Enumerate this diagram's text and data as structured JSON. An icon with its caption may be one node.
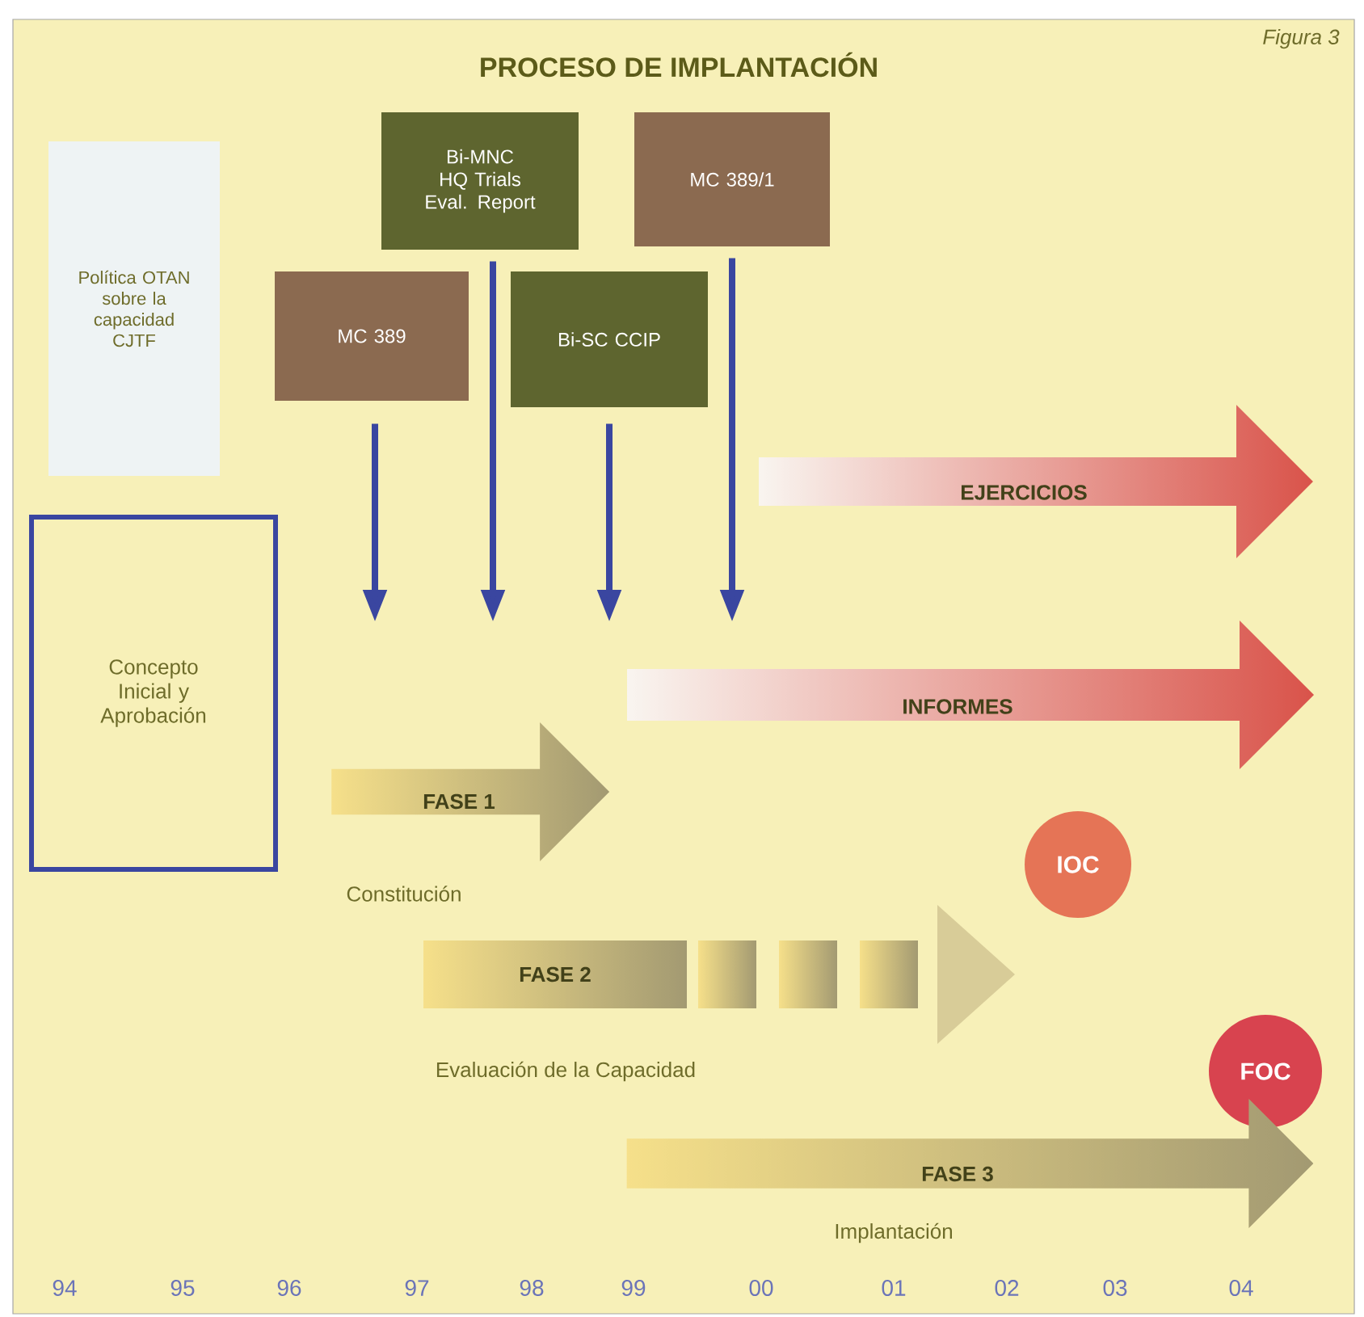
{
  "diagram": {
    "title": "PROCESO DE IMPLANTACIÓN",
    "nodes": [
      {
        "text": [
          "Política OTAN sobre la capacidad CJTF"
        ]
      },
      {
        "text": [
          "Bi-MNC HQ Trials Eval. Report"
        ]
      },
      {
        "text": [
          "MC 389/1"
        ]
      },
      {
        "text": [
          "MC 389"
        ]
      },
      {
        "text": [
          "Bi-SC CCIP"
        ]
      },
      {
        "text": [
          "Concepto Inicial y Aprobación"
        ]
      },
      {
        "text": [
          "EJERCICIOS"
        ]
      },
      {
        "text": [
          "INFORMES"
        ]
      },
      {
        "text": [
          "FASE 1"
        ],
        "beside": [
          "Constitución"
        ]
      },
      {
        "text": [
          "IOC"
        ]
      },
      {
        "text": [
          "FASE 2"
        ],
        "beside": [
          "Evaluación de la Capacidad"
        ]
      },
      {
        "text": [
          "FOC"
        ]
      },
      {
        "text": [
          "FASE 3"
        ],
        "beside": [
          "Implantación"
        ]
      }
    ],
    "edges": [
      {
        "from": 3,
        "to": null,
        "arrow": "to"
      },
      {
        "from": 1,
        "to": null,
        "arrow": "to"
      },
      {
        "from": 4,
        "to": null,
        "arrow": "to"
      },
      {
        "from": 2,
        "to": null,
        "arrow": "to"
      }
    ],
    "labels": [
      "Figura 3",
      "94",
      "95",
      "96",
      "97",
      "98",
      "99",
      "00",
      "01",
      "02",
      "03",
      "04"
    ]
  }
}
